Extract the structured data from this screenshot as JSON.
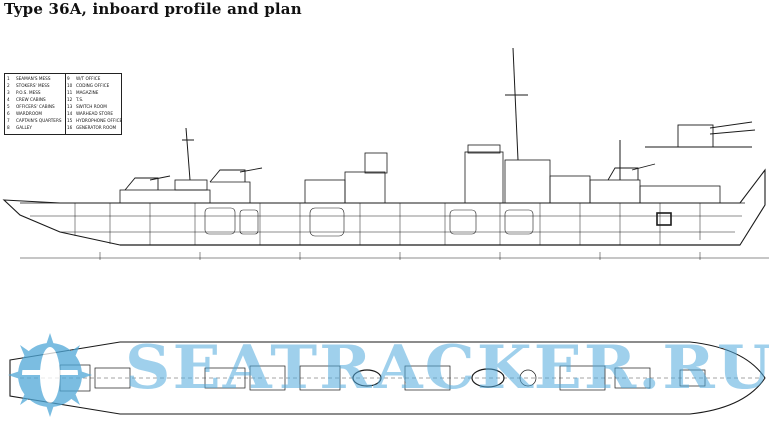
{
  "title": "Type 36A, inboard profile and plan",
  "legend": {
    "left": [
      {
        "num": "1",
        "label": "SEAMAN'S MESS"
      },
      {
        "num": "2",
        "label": "STOKERS' MESS"
      },
      {
        "num": "3",
        "label": "P.O.S. MESS"
      },
      {
        "num": "4",
        "label": "CREW CABINS"
      },
      {
        "num": "5",
        "label": "OFFICERS' CABINS"
      },
      {
        "num": "6",
        "label": "WARDROOM"
      },
      {
        "num": "7",
        "label": "CAPTAIN'S QUARTERS"
      },
      {
        "num": "8",
        "label": "GALLEY"
      }
    ],
    "right": [
      {
        "num": "9",
        "label": "W/T OFFICE"
      },
      {
        "num": "10",
        "label": "CODING OFFICE"
      },
      {
        "num": "11",
        "label": "MAGAZINE"
      },
      {
        "num": "12",
        "label": "T.S."
      },
      {
        "num": "13",
        "label": "SWITCH ROOM"
      },
      {
        "num": "14",
        "label": "WARHEAD STORE"
      },
      {
        "num": "15",
        "label": "HYDROPHONE OFFICE"
      },
      {
        "num": "16",
        "label": "GENERATOR ROOM"
      }
    ]
  },
  "watermark": "SEATRACKER.RU",
  "colors": {
    "ink": "#1a1a1a",
    "watermark": "#4fa8d8"
  }
}
